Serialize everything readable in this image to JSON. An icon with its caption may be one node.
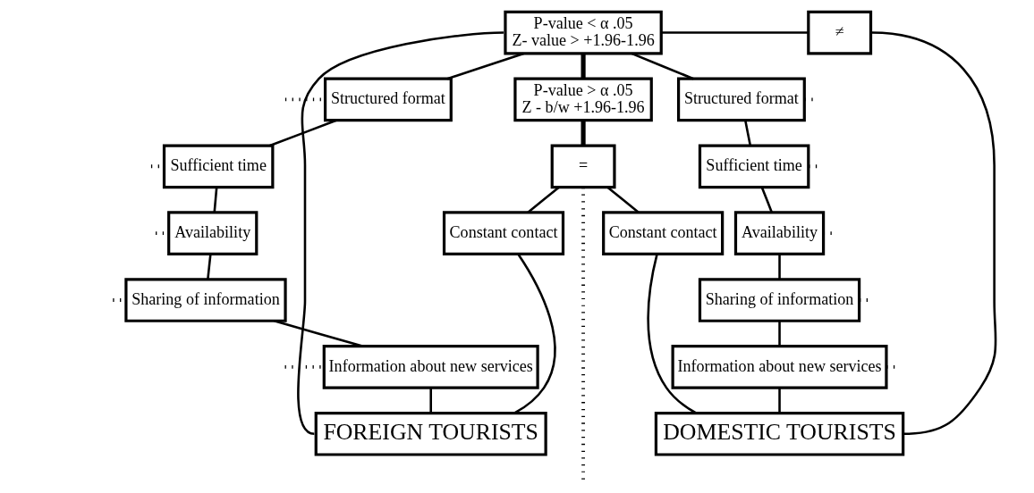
{
  "diagram": {
    "nodes": [
      {
        "text": [
          "P-value < α .05",
          "Z- value > +1.96-1.96"
        ]
      },
      {
        "text": [
          "≠"
        ]
      },
      {
        "text": [
          "P-value > α .05",
          "Z - b/w +1.96-1.96"
        ]
      },
      {
        "text": [
          "="
        ]
      },
      {
        "text": [
          "Structured format"
        ]
      },
      {
        "text": [
          "Sufficient time"
        ]
      },
      {
        "text": [
          "Availability"
        ]
      },
      {
        "text": [
          "Constant contact"
        ]
      },
      {
        "text": [
          "Sharing of information"
        ]
      },
      {
        "text": [
          "Information about new services"
        ]
      },
      {
        "text": [
          "Structured format"
        ]
      },
      {
        "text": [
          "Sufficient time"
        ]
      },
      {
        "text": [
          "Constant contact"
        ]
      },
      {
        "text": [
          "Availability"
        ]
      },
      {
        "text": [
          "Sharing of information"
        ]
      },
      {
        "text": [
          "Information about new services"
        ]
      },
      {
        "text": [
          "FOREIGN TOURISTS"
        ]
      },
      {
        "text": [
          "DOMESTIC TOURISTS"
        ]
      }
    ],
    "edges": [
      {
        "from": 0,
        "to": 1,
        "arrow": "none"
      },
      {
        "from": 0,
        "to": 2,
        "arrow": "none",
        "style": "thick"
      },
      {
        "from": 2,
        "to": 3,
        "arrow": "none",
        "style": "thick"
      },
      {
        "from": 0,
        "to": 4,
        "arrow": "none"
      },
      {
        "from": 4,
        "to": 5,
        "arrow": "none"
      },
      {
        "from": 5,
        "to": 6,
        "arrow": "none"
      },
      {
        "from": 6,
        "to": 8,
        "arrow": "none"
      },
      {
        "from": 8,
        "to": 9,
        "arrow": "none"
      },
      {
        "from": 9,
        "to": 16,
        "arrow": "none"
      },
      {
        "from": 0,
        "to": 10,
        "arrow": "none"
      },
      {
        "from": 10,
        "to": 11,
        "arrow": "none"
      },
      {
        "from": 11,
        "to": 13,
        "arrow": "none"
      },
      {
        "from": 13,
        "to": 14,
        "arrow": "none"
      },
      {
        "from": 14,
        "to": 15,
        "arrow": "none"
      },
      {
        "from": 15,
        "to": 17,
        "arrow": "none"
      },
      {
        "from": 3,
        "to": 7,
        "arrow": "none"
      },
      {
        "from": 7,
        "to": 16,
        "arrow": "none"
      },
      {
        "from": 3,
        "to": 12,
        "arrow": "none"
      },
      {
        "from": 12,
        "to": 17,
        "arrow": "none"
      },
      {
        "from": 3,
        "to": null,
        "arrow": "none",
        "style": "dashed"
      },
      {
        "from": 0,
        "to": 16,
        "arrow": "none"
      },
      {
        "from": 1,
        "to": 17,
        "arrow": "none"
      },
      {
        "from": null,
        "to": 4,
        "arrow": "none",
        "style": "dashed"
      },
      {
        "from": null,
        "to": 5,
        "arrow": "none",
        "style": "dashed"
      },
      {
        "from": null,
        "to": 6,
        "arrow": "none",
        "style": "dashed"
      },
      {
        "from": null,
        "to": 8,
        "arrow": "none",
        "style": "dashed"
      },
      {
        "from": null,
        "to": 9,
        "arrow": "none",
        "style": "dashed"
      },
      {
        "from": null,
        "to": 10,
        "arrow": "none",
        "style": "dashed"
      },
      {
        "from": null,
        "to": 11,
        "arrow": "none",
        "style": "dashed"
      },
      {
        "from": null,
        "to": 13,
        "arrow": "none",
        "style": "dashed"
      },
      {
        "from": null,
        "to": 14,
        "arrow": "none",
        "style": "dashed"
      },
      {
        "from": null,
        "to": 15,
        "arrow": "none",
        "style": "dashed"
      }
    ]
  }
}
